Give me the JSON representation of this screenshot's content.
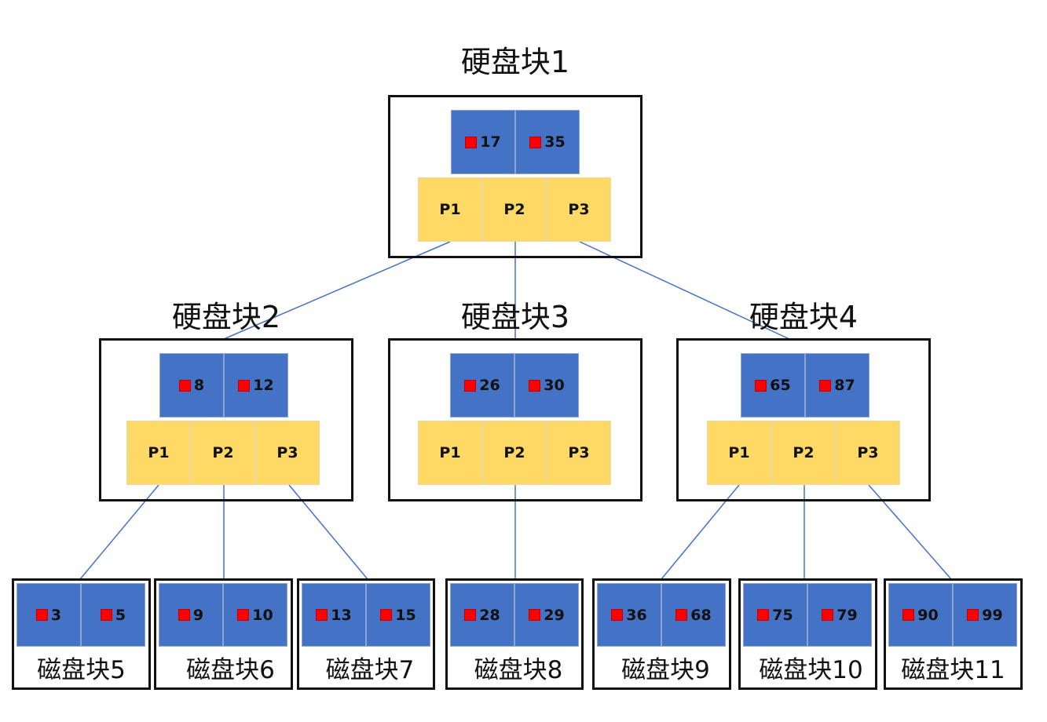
{
  "colors": {
    "key_fill": "#4472C4",
    "pointer_fill": "#FFD966",
    "marker": "#FF0000",
    "link": "#4472C4",
    "border": "#111111"
  },
  "blocks": {
    "b1": {
      "title": "硬盘块1",
      "keys": [
        "17",
        "35"
      ],
      "pointers": [
        "P1",
        "P2",
        "P3"
      ]
    },
    "b2": {
      "title": "硬盘块2",
      "keys": [
        "8",
        "12"
      ],
      "pointers": [
        "P1",
        "P2",
        "P3"
      ]
    },
    "b3": {
      "title": "硬盘块3",
      "keys": [
        "26",
        "30"
      ],
      "pointers": [
        "P1",
        "P2",
        "P3"
      ]
    },
    "b4": {
      "title": "硬盘块4",
      "keys": [
        "65",
        "87"
      ],
      "pointers": [
        "P1",
        "P2",
        "P3"
      ]
    }
  },
  "leaves": [
    {
      "label": "磁盘块5",
      "keys": [
        "3",
        "5"
      ]
    },
    {
      "label": "磁盘块6",
      "keys": [
        "9",
        "10"
      ]
    },
    {
      "label": "磁盘块7",
      "keys": [
        "13",
        "15"
      ]
    },
    {
      "label": "磁盘块8",
      "keys": [
        "28",
        "29"
      ]
    },
    {
      "label": "磁盘块9",
      "keys": [
        "36",
        "68"
      ]
    },
    {
      "label": "磁盘块10",
      "keys": [
        "75",
        "79"
      ]
    },
    {
      "label": "磁盘块11",
      "keys": [
        "90",
        "99"
      ]
    }
  ]
}
